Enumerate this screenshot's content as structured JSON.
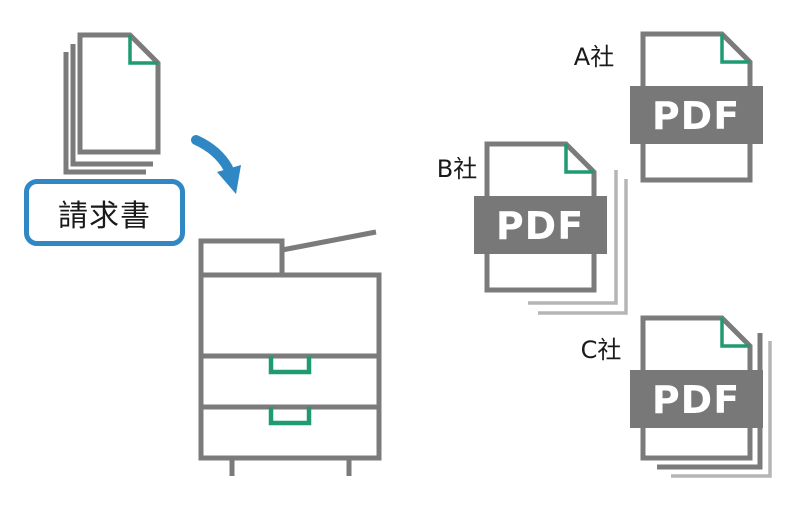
{
  "invoice": {
    "label": "請求書"
  },
  "outputs": [
    {
      "company": "A社",
      "file_type": "PDF"
    },
    {
      "company": "B社",
      "file_type": "PDF"
    },
    {
      "company": "C社",
      "file_type": "PDF"
    }
  ],
  "icons": {
    "source_documents": "document-stack-icon",
    "flow_arrow": "curved-arrow-icon",
    "device": "multifunction-printer-icon"
  },
  "colors": {
    "accent_green": "#1f9a72",
    "accent_blue": "#2f87c4",
    "icon_gray": "#7b7b7b"
  }
}
